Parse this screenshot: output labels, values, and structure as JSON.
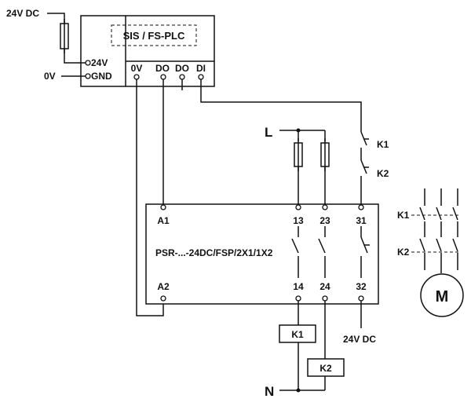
{
  "plc": {
    "title": "SIS / FS-PLC",
    "terminals": [
      "24V",
      "GND",
      "0V",
      "DO",
      "DO",
      "DI"
    ]
  },
  "supply": {
    "dc_label": "24V DC",
    "zero_label": "0V"
  },
  "relay": {
    "model": "PSR-...-24DC/FSP/2X1/1X2",
    "terminals_top": [
      "A1",
      "13",
      "23",
      "31"
    ],
    "terminals_bottom": [
      "A2",
      "14",
      "24",
      "32"
    ],
    "output_supply": "24V DC"
  },
  "mains": {
    "line": "L",
    "neutral": "N"
  },
  "contactors": {
    "k1": "K1",
    "k2": "K2"
  },
  "motor": {
    "label": "M"
  }
}
